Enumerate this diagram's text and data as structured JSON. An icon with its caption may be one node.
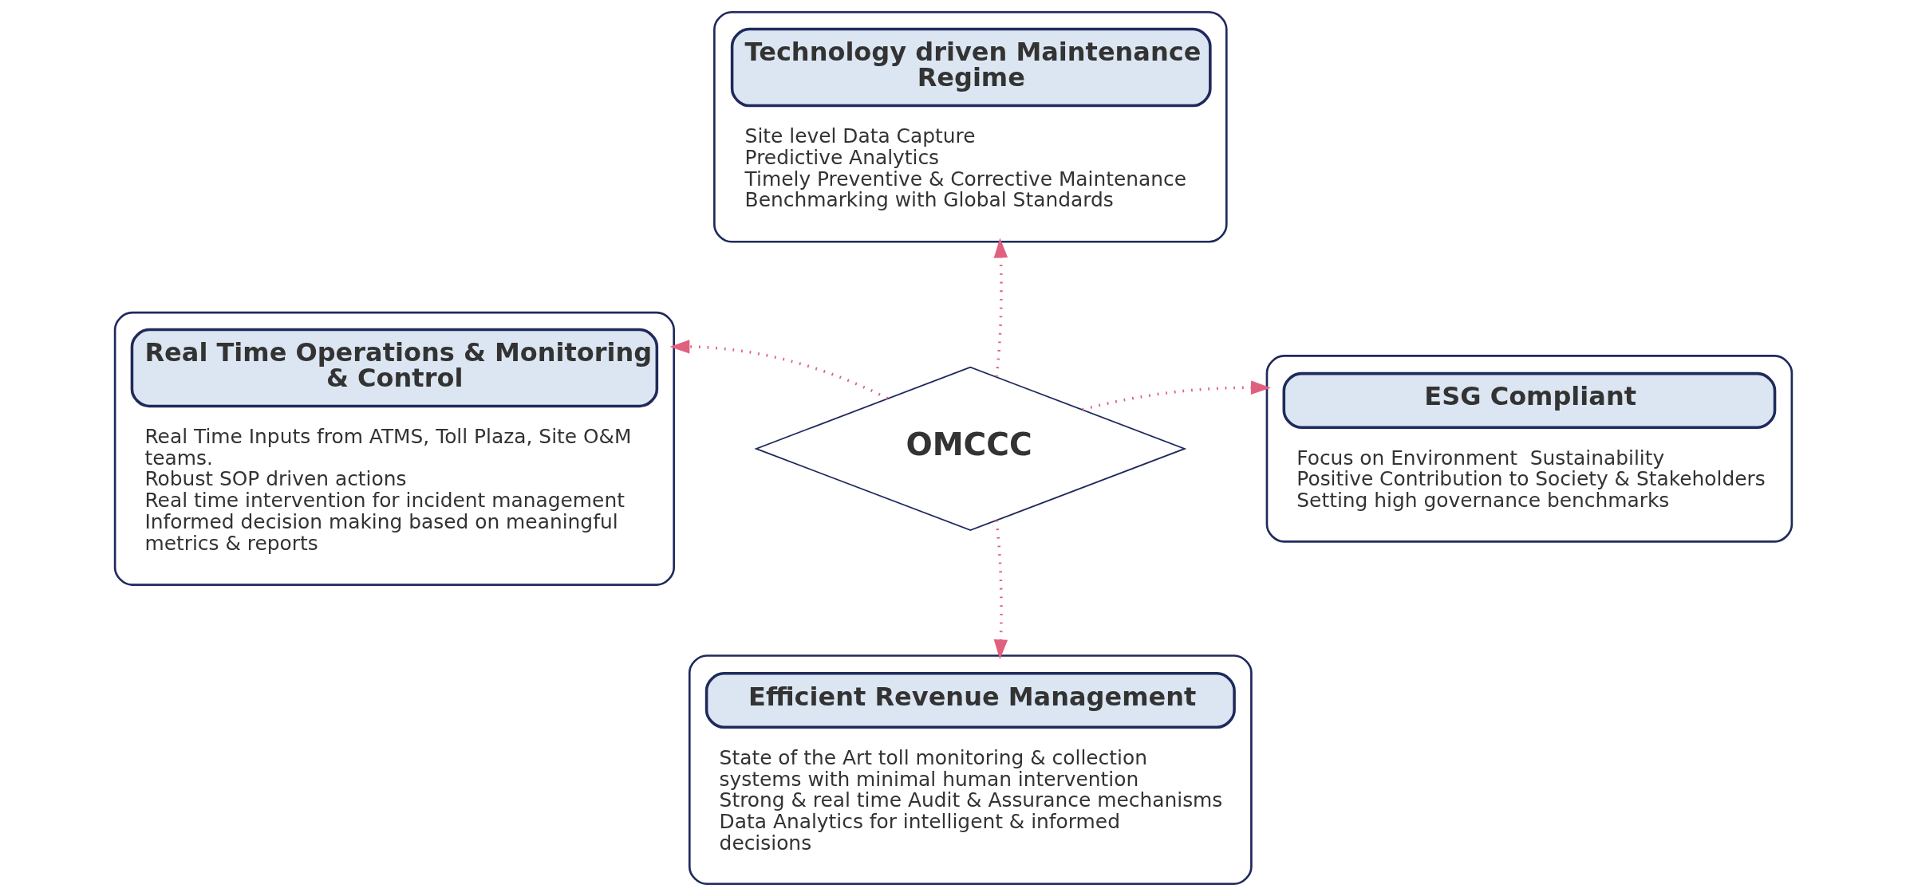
{
  "diagram": {
    "nodes": [
      {
        "text": [
          "Technology driven Maintenance Regime",
          "Site level Data Capture",
          "Predictive Analytics",
          "Timely Preventive & Corrective Maintenance",
          "Benchmarking with Global Standards"
        ]
      },
      {
        "text": [
          "Real Time Operations & Monitoring & Control",
          "Real Time Inputs from ATMS, Toll Plaza, Site O&M teams.",
          "Robust SOP driven actions",
          "Real time intervention for incident management",
          "Informed decision making based on meaningful metrics & reports"
        ]
      },
      {
        "text": [
          "OMCCC"
        ]
      },
      {
        "text": [
          "ESG Compliant",
          "Focus on Environment  Sustainability",
          "Positive Contribution to Society & Stakeholders",
          "Setting high governance benchmarks"
        ]
      },
      {
        "text": [
          "Efficient Revenue Management",
          "State of the Art toll monitoring & collection systems with minimal human intervention",
          "Strong & real time Audit & Assurance mechanisms",
          "Data Analytics for intelligent & informed decisions"
        ]
      }
    ],
    "edges": [
      {
        "from": 2,
        "to": 0,
        "arrow": "to",
        "style": "dashed"
      },
      {
        "from": 2,
        "to": 1,
        "arrow": "to",
        "style": "dashed"
      },
      {
        "from": 2,
        "to": 3,
        "arrow": "to",
        "style": "dashed"
      },
      {
        "from": 2,
        "to": 4,
        "arrow": "to",
        "style": "dashed"
      }
    ]
  }
}
